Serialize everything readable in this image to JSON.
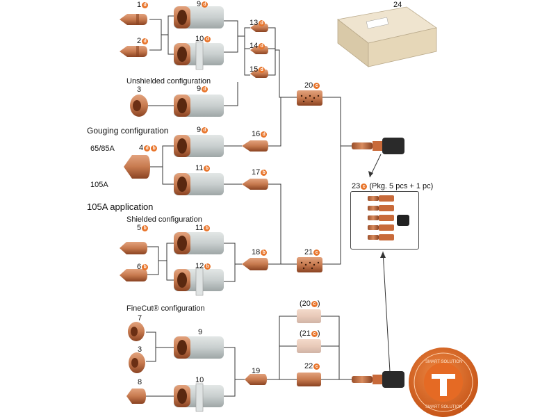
{
  "colors": {
    "copper": "#c77a4f",
    "copper_dark": "#8a4322",
    "badge": "#e8742a",
    "wire": "#333333",
    "shield_grey": "#c9cfcf",
    "box": "#e7d9c0"
  },
  "sections": {
    "unshielded": "Unshielded configuration",
    "gouging": "Gouging configuration",
    "app105": "105A application",
    "shielded": "Shielded configuration",
    "finecut": "FineCut® configuration"
  },
  "amps": {
    "a65_85": "65/85A",
    "a105": "105A"
  },
  "parts": {
    "p1": "1",
    "p2": "2",
    "p3a": "3",
    "p4": "4",
    "p5": "5",
    "p6": "6",
    "p7": "7",
    "p3b": "3",
    "p8": "8",
    "p9a": "9",
    "p10a": "10",
    "p9b": "9",
    "p9c": "9",
    "p11a": "11",
    "p11b": "11",
    "p12": "12",
    "p9d": "9",
    "p10b": "10",
    "p13": "13",
    "p14": "14",
    "p15": "15",
    "p16": "16",
    "p17": "17",
    "p18": "18",
    "p19": "19",
    "p20": "20",
    "p21": "21",
    "p20p": "(20",
    "p21p": "(21",
    "p22": "22",
    "p23": "23",
    "p24": "24",
    "p20p_close": ")",
    "p21p_close": ")"
  },
  "badges": {
    "c": "c",
    "d": "d",
    "b": "b"
  },
  "pkg_note": "(Pkg. 5 pcs + 1 pc)",
  "seal": {
    "top": "SMART SOLUTION",
    "bottom": "SMART SOLUTION"
  },
  "icons": {
    "nozzle": "nozzle-icon",
    "shield": "shield-cap-icon",
    "retaining": "retaining-cap-icon",
    "swirl": "swirl-ring-icon",
    "electrode": "electrode-icon",
    "box": "box-icon",
    "seal": "smart-solution-seal"
  }
}
